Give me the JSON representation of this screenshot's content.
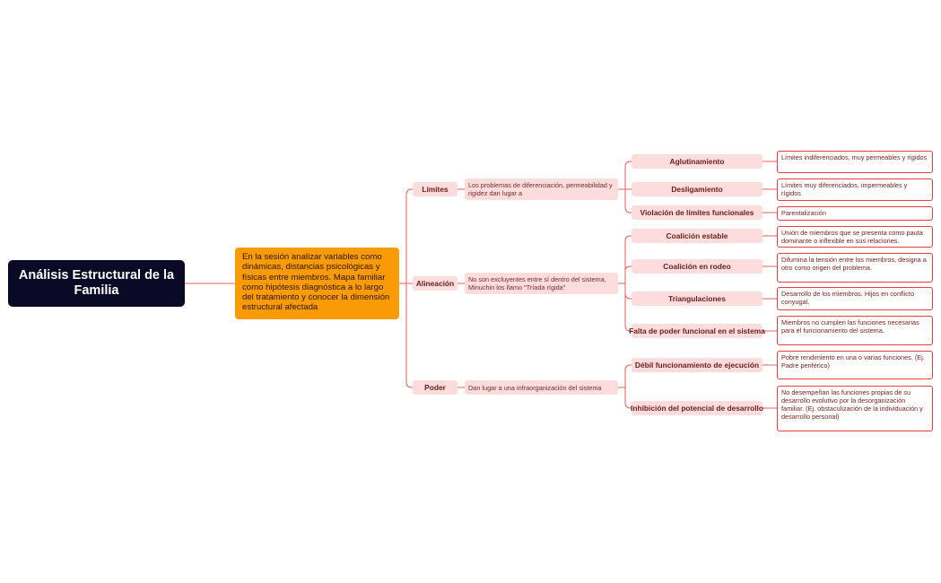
{
  "root": {
    "title": "Análisis Estructural de la Familia"
  },
  "intro": {
    "text": "En la sesión analizar variables como dinámicas, distancias psicológicas y físicas entre miembros. Mapa familiar como hipótesis diagnóstica a lo largo del tratamiento y conocer la dimensión estructural afectada"
  },
  "branches": [
    {
      "label": "Límites",
      "description": "Los problemas de diferenciación, permeabilidad y rigidez dan lugar a",
      "items": [
        {
          "label": "Aglutinamiento",
          "detail": "Límites indiferenciados, muy permeables y rígidos"
        },
        {
          "label": "Desligamiento",
          "detail": "Límites muy diferenciados, impermeables y rígidos"
        },
        {
          "label": "Violación de límites funcionales",
          "detail": "Parentalización"
        }
      ]
    },
    {
      "label": "Alineación",
      "description": "No son excluyentes entre sí dentro del sistema, Minuchin los llamo \"Tríada rígida\"",
      "items": [
        {
          "label": "Coalición estable",
          "detail": "Unión de miembros que se presenta como pauta dominante o inflexible en sus relaciones."
        },
        {
          "label": "Coalición en rodeo",
          "detail": "Difumina la tensión entre los miembros, designa a otro como origen del problema."
        },
        {
          "label": "Triangulaciones",
          "detail": "Desarrollo de los miembros. Hijos en conflicto conyugal."
        },
        {
          "label": "Falta de poder funcional en el sistema",
          "detail": "Miembros no cumplen las funciones necesarias para el funcionamiento del sistema."
        }
      ]
    },
    {
      "label": "Poder",
      "description": "Dan lugar a una infraorganización del sistema",
      "items": [
        {
          "label": "Débil funcionamiento de ejecución",
          "detail": "Pobre rendimiento en una o varias funciones. (Ej. Padre periférico)"
        },
        {
          "label": "Inhibición del potencial de desarrollo",
          "detail": "No desempeñan las funciones propias de su desarrollo evolutivo por la desorganización familiar. (Ej. obstaculización de la individuación y desarrollo personal)"
        }
      ]
    }
  ],
  "colors": {
    "root_bg": "#0b0a26",
    "intro_bg": "#fa9b06",
    "tag_bg": "#fcdcdc",
    "connector": "#e85c5c",
    "leaf_border": "#ea3e3e"
  }
}
